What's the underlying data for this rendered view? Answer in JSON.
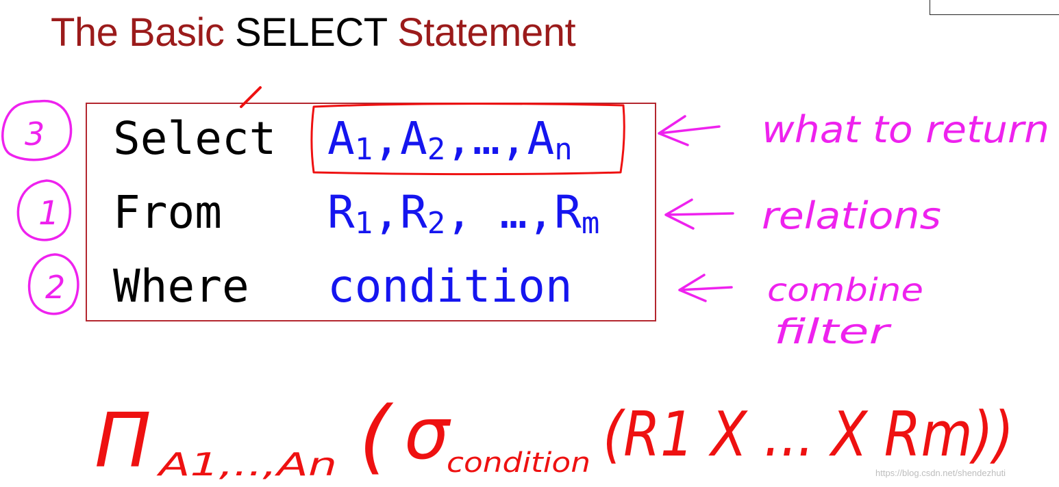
{
  "slide": {
    "title_part1": "The Basic ",
    "title_part2": "SELECT",
    "title_part3": " Statement"
  },
  "query": {
    "rows": [
      {
        "keyword": "Select",
        "value_html": "A<sub>1</sub>,A<sub>2</sub>,…,A<sub>n</sub>"
      },
      {
        "keyword": "From",
        "value_html": "R<sub>1</sub>,R<sub>2</sub>, …,R<sub>m</sub>"
      },
      {
        "keyword": "Where",
        "value_html": "condition"
      }
    ]
  },
  "annotations": {
    "order_marks": [
      "3",
      "1",
      "2"
    ],
    "row1_note": "what to return",
    "row2_note": "relations",
    "row3_note_line1": "combine",
    "row3_note_line2": "filter",
    "formula_pi": "Π",
    "formula_pi_sub": "A1,..,An",
    "formula_sigma": "σ",
    "formula_sigma_sub": "condition",
    "formula_args": "(R1 X ... X Rm))",
    "formula_open": "("
  },
  "watermark": "https://blog.csdn.net/shendezhuti",
  "colors": {
    "title": "#9b1b1b",
    "sql_value": "#1515ef",
    "box": "#b3262e",
    "magenta_ink": "#ee22ee",
    "red_ink": "#ee1111"
  }
}
